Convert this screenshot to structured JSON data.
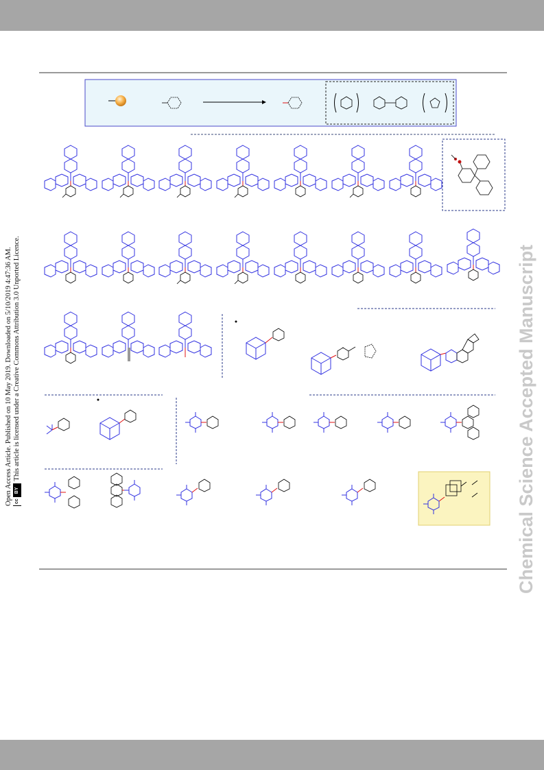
{
  "page": {
    "watermark": "Chemical Science Accepted Manuscript",
    "side_notice": {
      "line1": "Open Access Article. Published on 10 May 2019. Downloaded on 5/10/2019 4:47:36 AM.",
      "line2": "This article is licensed under a Creative Commons Attribution 3.0 Unported Licence.",
      "license_badge": [
        "cc",
        "BY"
      ]
    }
  },
  "colors": {
    "header_band": "#a6a6a6",
    "scheme_box_fill": "#eaf6fb",
    "scheme_box_border": "#4a4ac8",
    "bond_blue": "#3030e0",
    "bond_red": "#e01010",
    "highlight_box": "#fbf4c0"
  },
  "icons": [
    "orange-sphere-icon",
    "reaction-arrow-icon",
    "molecule-structure-icon"
  ]
}
